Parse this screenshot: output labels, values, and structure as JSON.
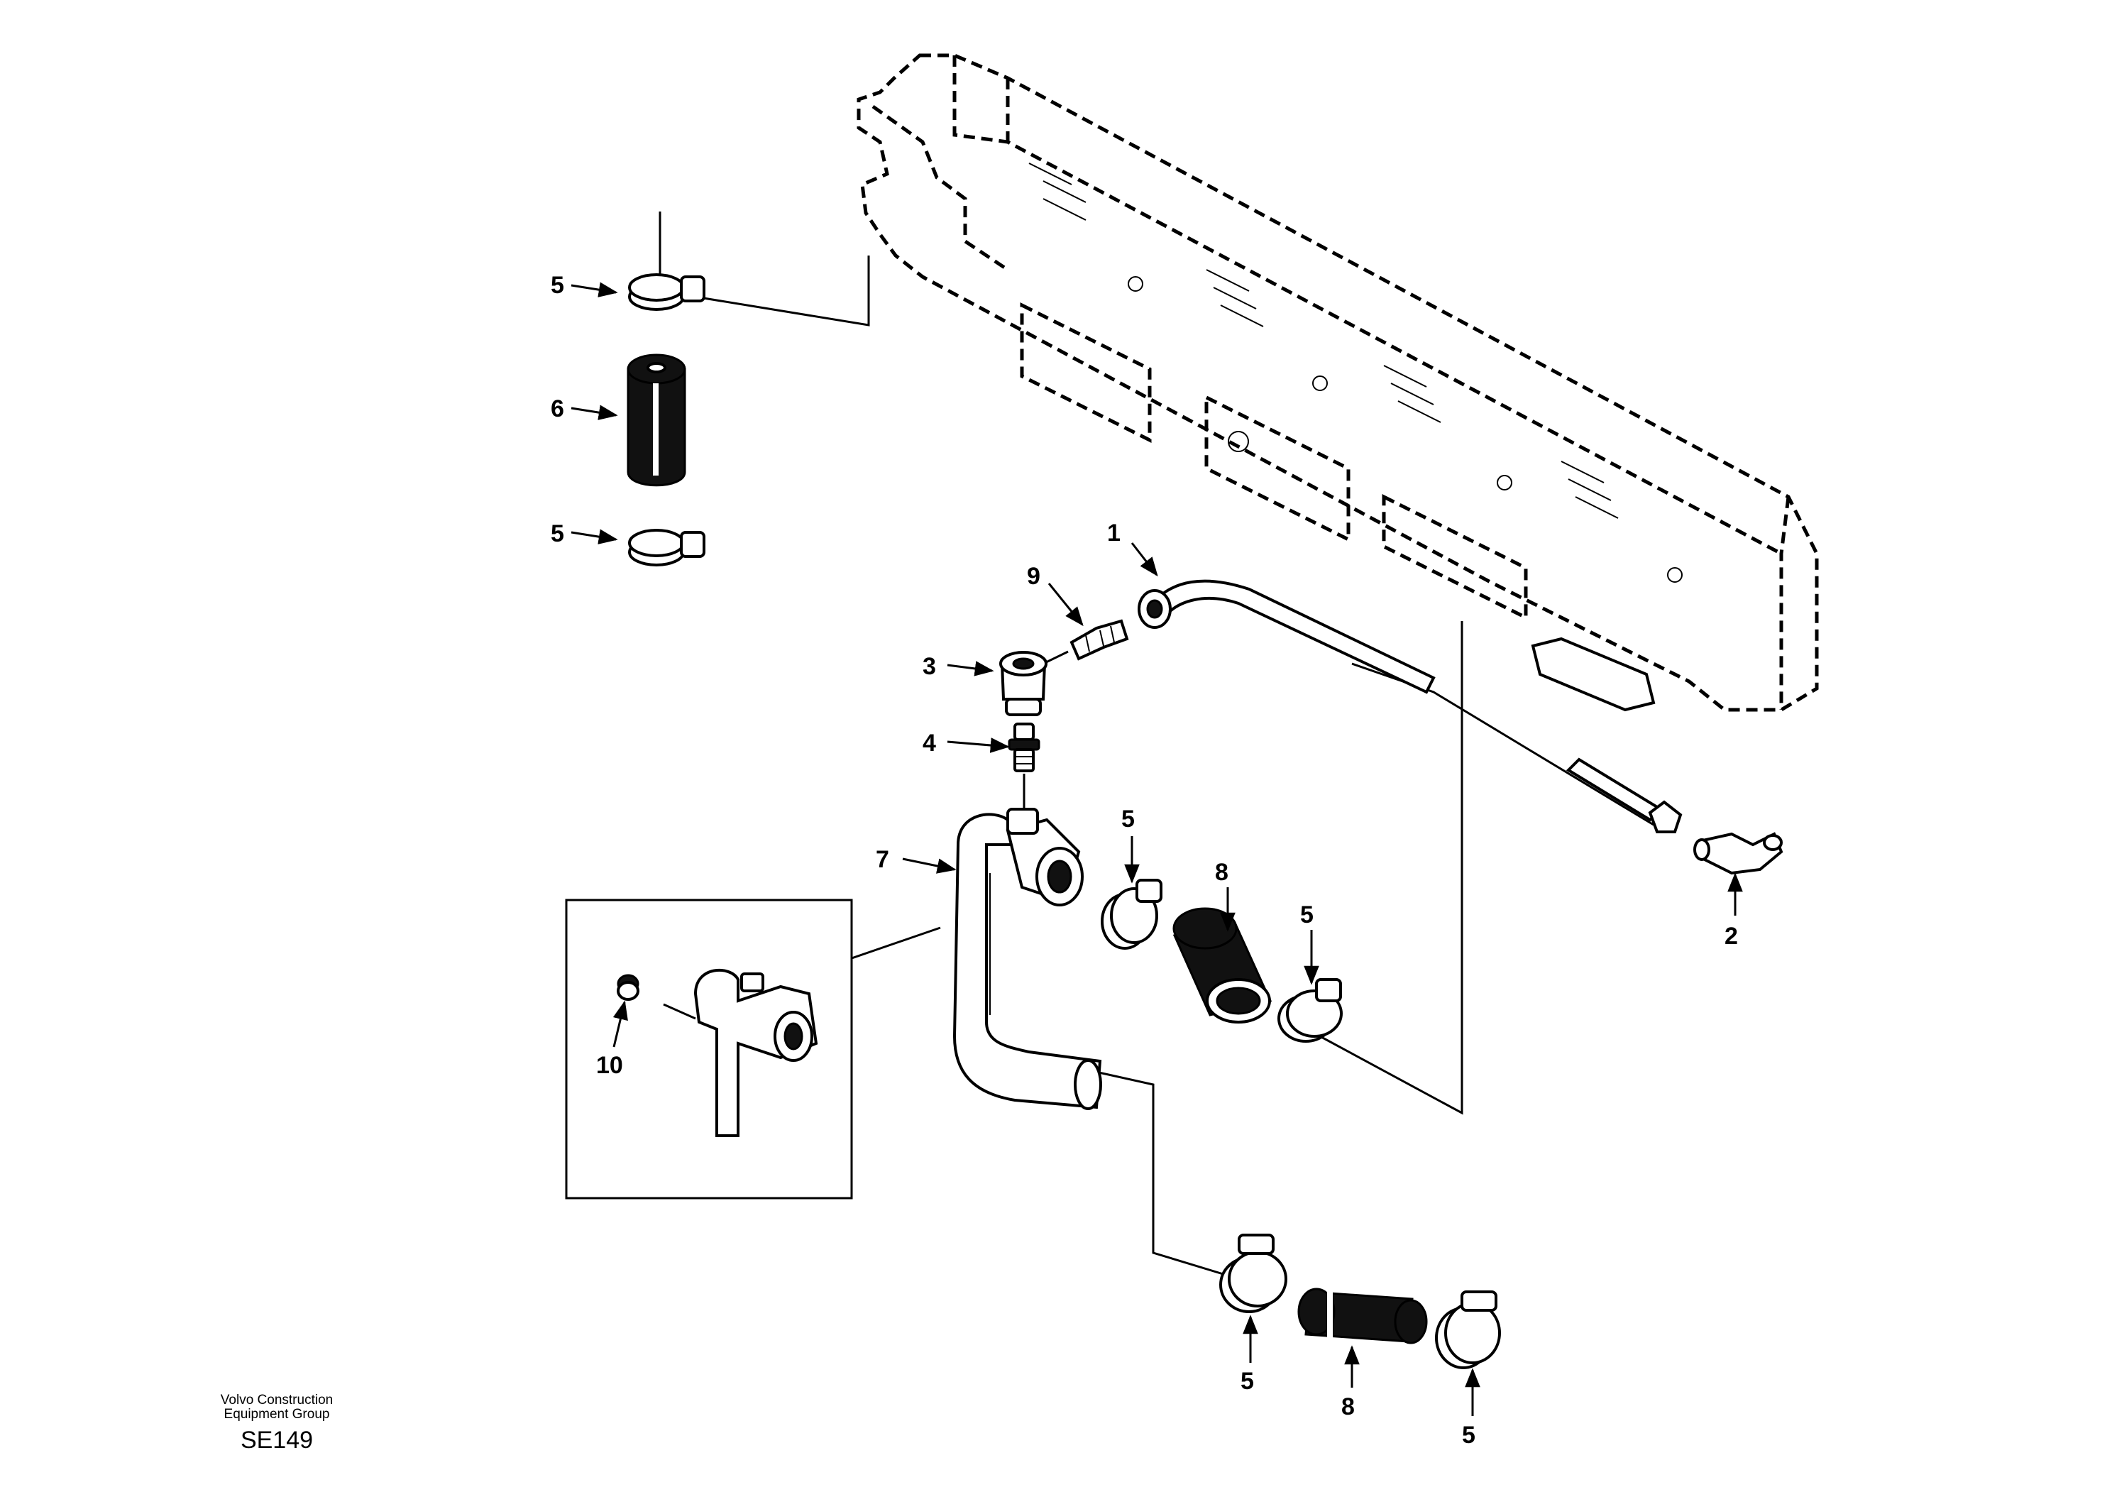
{
  "callouts": {
    "c1": "1",
    "c2": "2",
    "c3": "3",
    "c4": "4",
    "c5_top": "5",
    "c6": "6",
    "c5_mid": "5",
    "c5_a": "5",
    "c8_a": "8",
    "c5_b": "5",
    "c7": "7",
    "c9": "9",
    "c10": "10",
    "c5_c": "5",
    "c8_b": "8",
    "c5_d": "5"
  },
  "footer": {
    "company_line1": "Volvo Construction",
    "company_line2": "Equipment Group",
    "code": "SE149"
  }
}
